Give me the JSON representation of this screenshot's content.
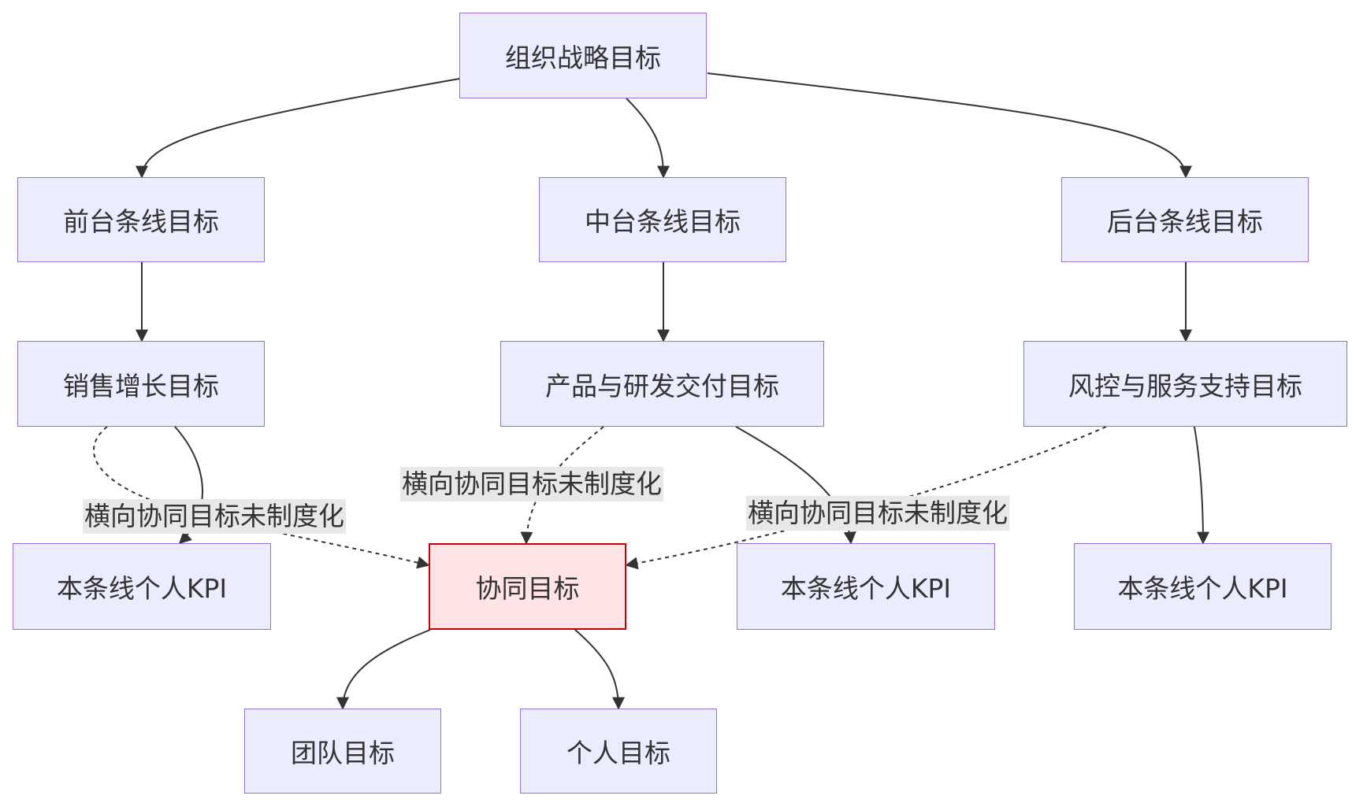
{
  "nodes": {
    "strategy": "组织战略目标",
    "front_line": "前台条线目标",
    "middle_line": "中台条线目标",
    "back_line": "后台条线目标",
    "sales_growth": "销售增长目标",
    "product_rd": "产品与研发交付目标",
    "risk_service": "风控与服务支持目标",
    "kpi_front": "本条线个人KPI",
    "synergy": "协同目标",
    "kpi_middle": "本条线个人KPI",
    "kpi_back": "本条线个人KPI",
    "team": "团队目标",
    "personal": "个人目标"
  },
  "edge_labels": {
    "front_to_synergy": "横向协同目标未制度化",
    "middle_to_synergy": "横向协同目标未制度化",
    "back_to_synergy": "横向协同目标未制度化"
  },
  "colors": {
    "node_fill": "#ececff",
    "node_border": "#9370db",
    "highlight_fill": "#ffe4e6",
    "highlight_border": "#cc0000",
    "edge": "#333333",
    "label_bg": "#e8e8e8"
  }
}
